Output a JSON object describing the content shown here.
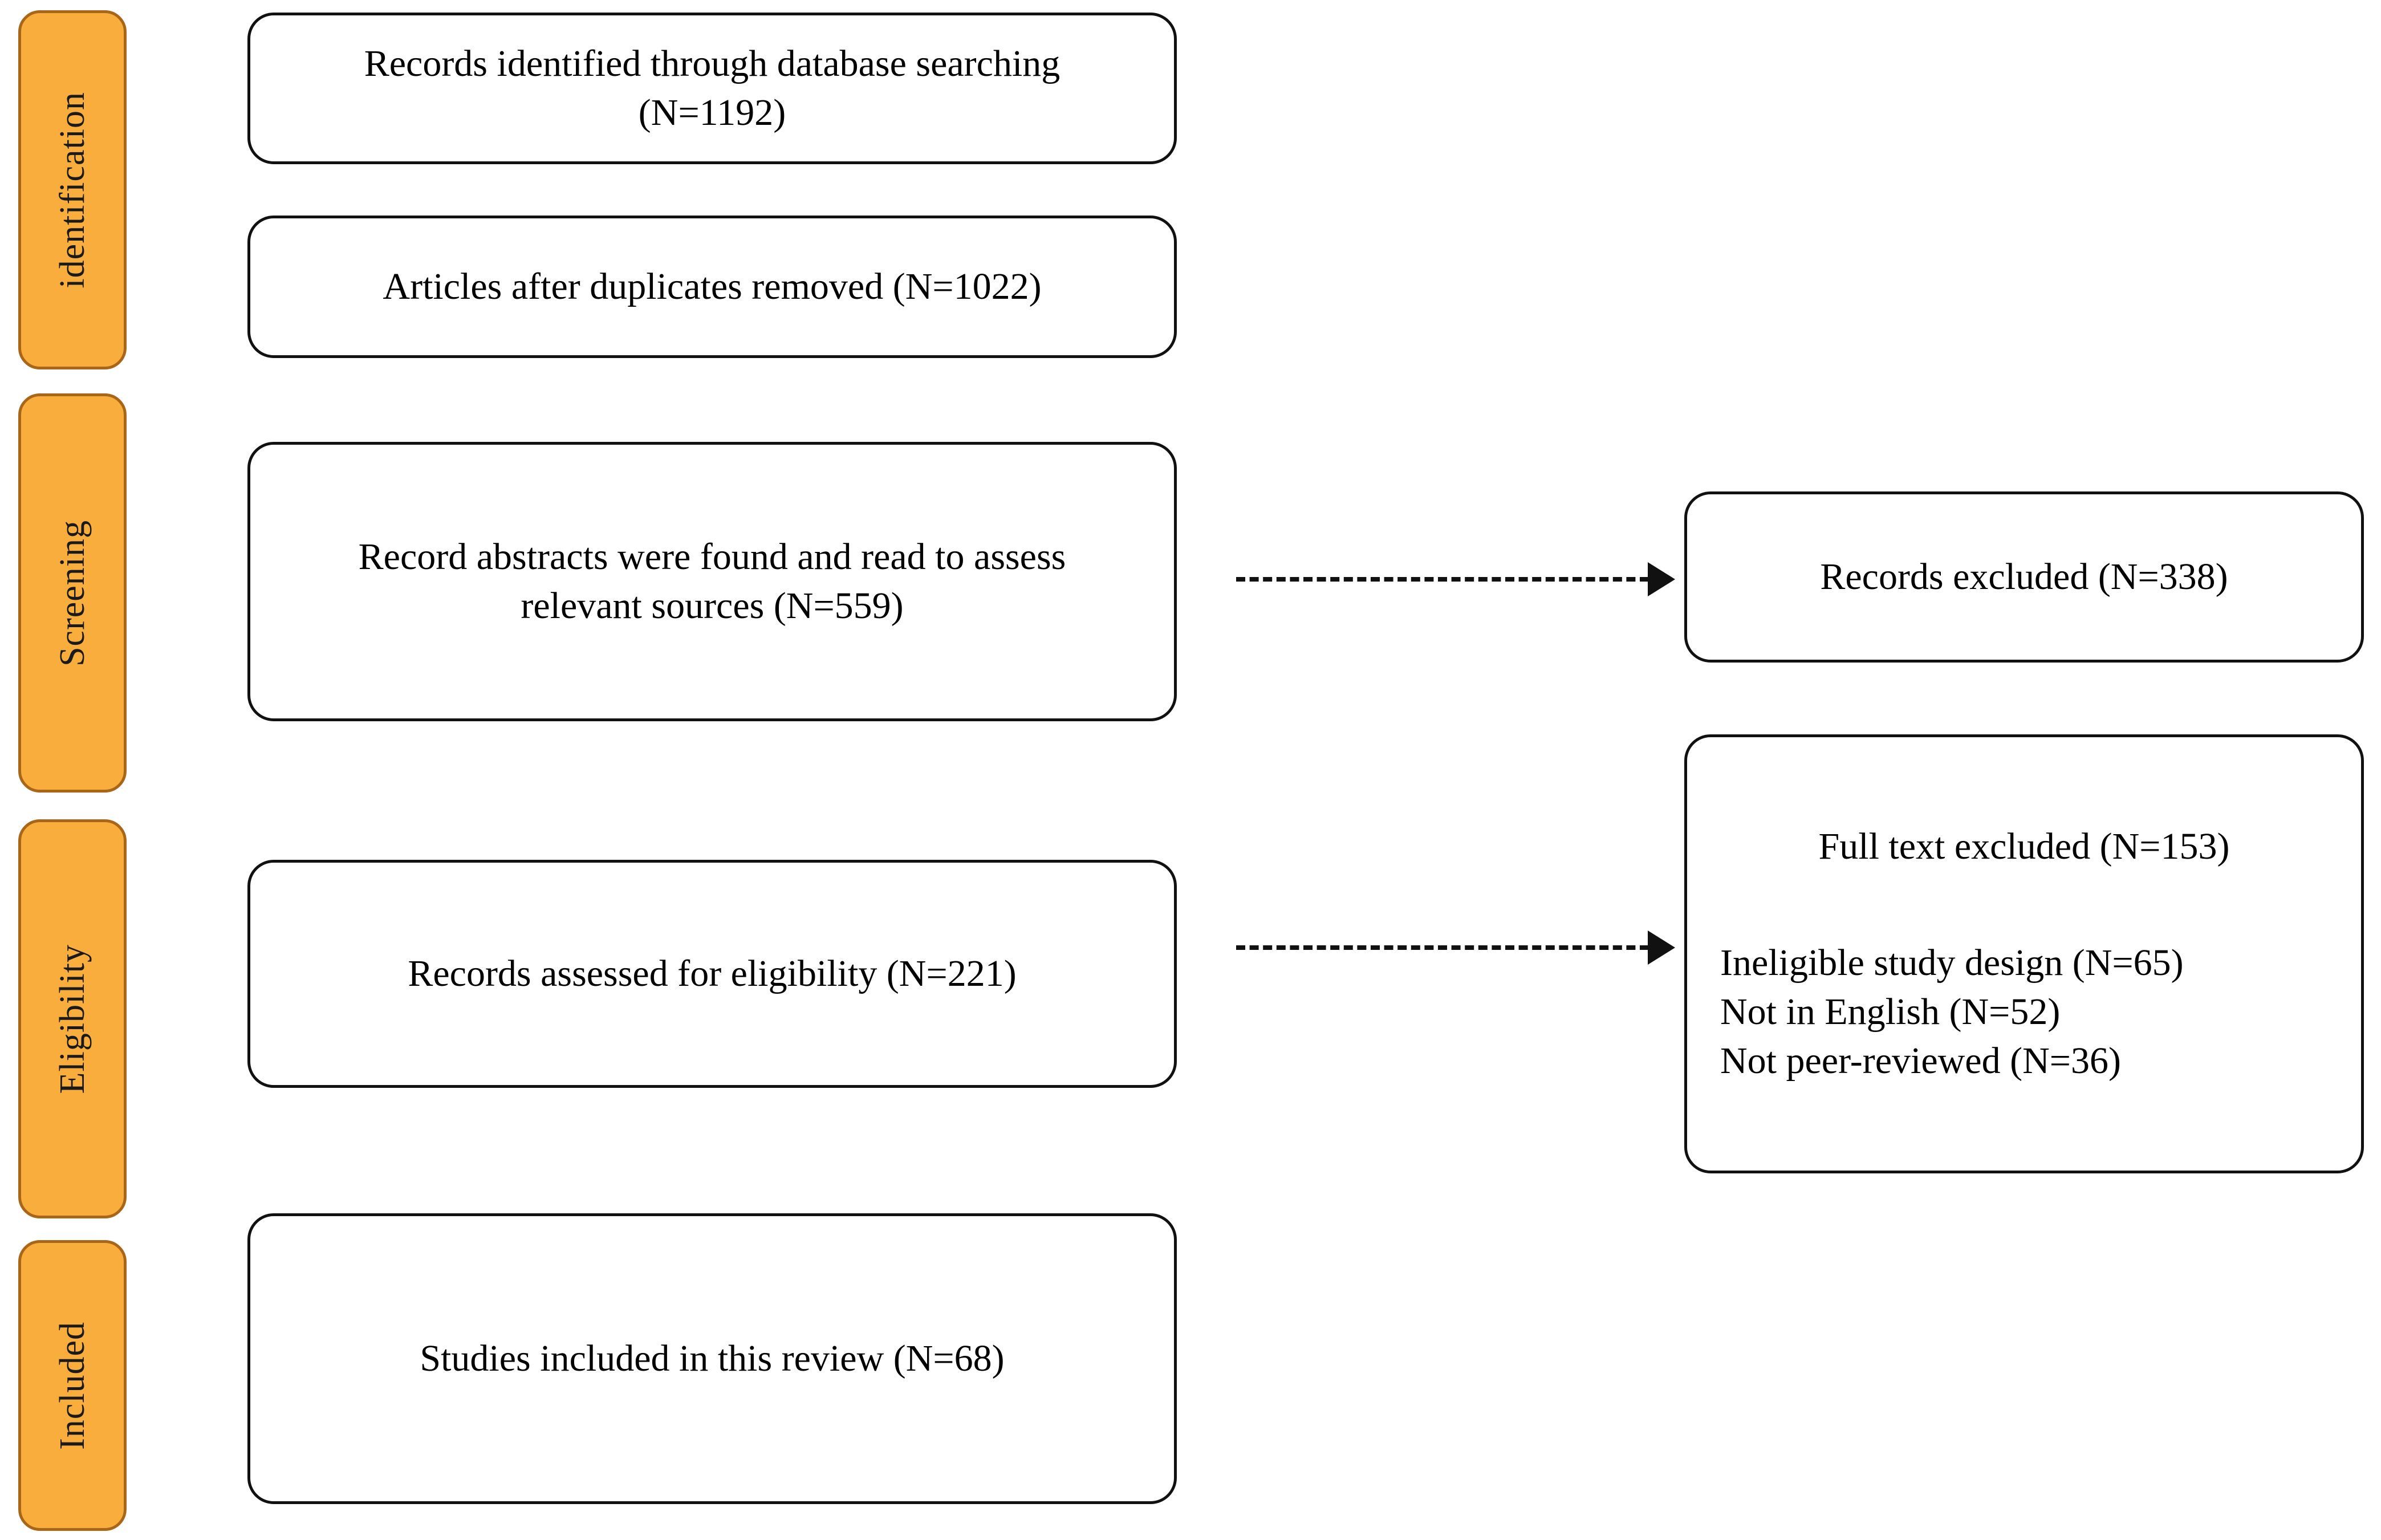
{
  "diagram": {
    "type": "prisma-flow-diagram",
    "background_color": "#ffffff",
    "accent_color": "#F9AD3C",
    "accent_border_color": "#A96518",
    "box_border_color": "#111111",
    "text_color": "#000000"
  },
  "stages": [
    {
      "id": "identification",
      "label": "identification"
    },
    {
      "id": "screening",
      "label": "Screening"
    },
    {
      "id": "eligibility",
      "label": "Eligibility"
    },
    {
      "id": "included",
      "label": "Included"
    }
  ],
  "boxes": {
    "identified": {
      "line1": "Records identified through database searching",
      "line2": "(N=1192)",
      "count": 1192
    },
    "after_duplicates": {
      "text": "Articles after duplicates removed (N=1022)",
      "count": 1022
    },
    "abstracts_read": {
      "line1": "Record abstracts were found and read to assess",
      "line2": "relevant sources (N=559)",
      "count": 559
    },
    "assessed_eligibility": {
      "text": "Records assessed for eligibility (N=221)",
      "count": 221
    },
    "included_studies": {
      "text": "Studies included in this review (N=68)",
      "count": 68
    },
    "records_excluded": {
      "text": "Records excluded (N=338)",
      "count": 338
    },
    "full_text_excluded": {
      "title": "Full text excluded (N=153)",
      "count": 153,
      "reasons": [
        {
          "label": "Ineligible study design (N=65)",
          "count": 65
        },
        {
          "label": "Not in English (N=52)",
          "count": 52
        },
        {
          "label": "Not peer-reviewed (N=36)",
          "count": 36
        }
      ]
    }
  },
  "arrows": [
    {
      "id": "screening-exclusion",
      "style": "dashed",
      "direction": "right"
    },
    {
      "id": "eligibility-exclusion",
      "style": "dashed",
      "direction": "right"
    }
  ]
}
